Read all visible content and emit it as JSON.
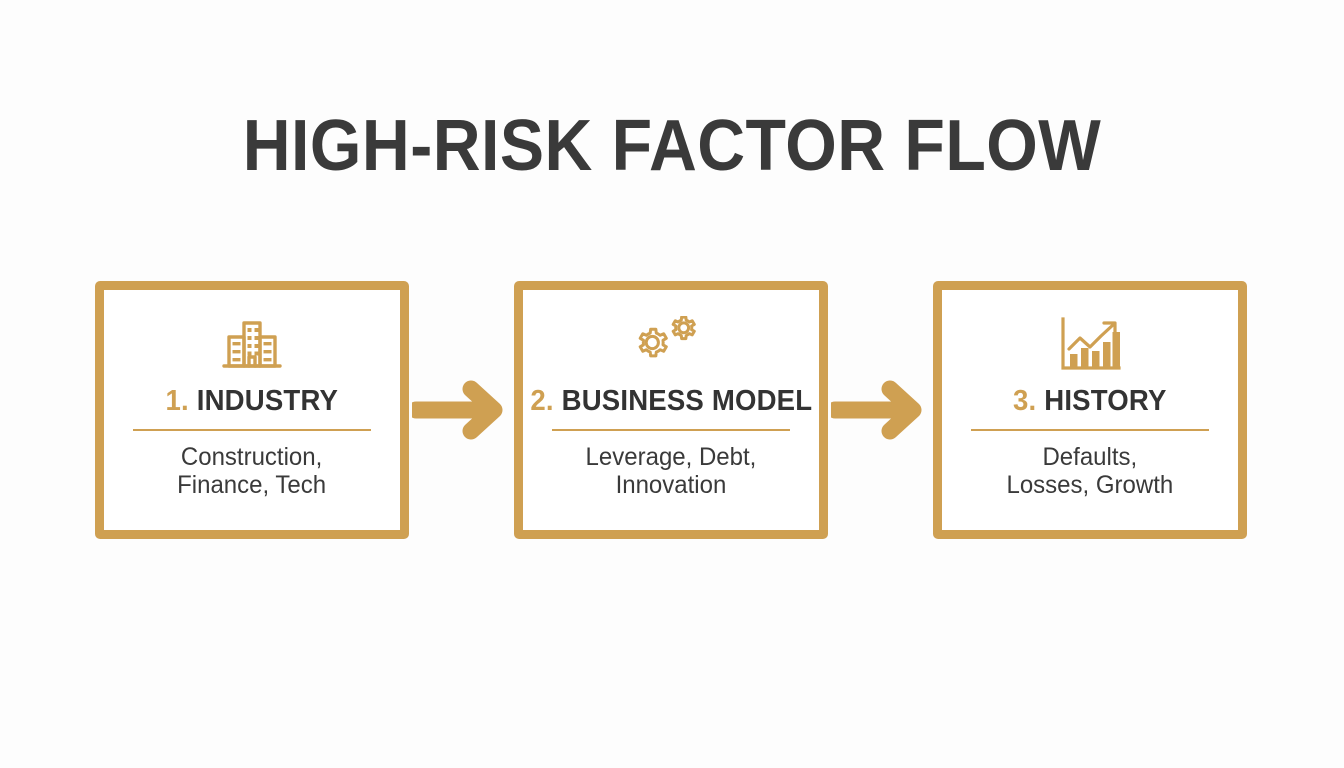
{
  "page": {
    "title": "HIGH-RISK FACTOR FLOW",
    "background_color": "#FDFDFD",
    "accent_color": "#CFA052",
    "text_color": "#333333"
  },
  "flow": {
    "steps": [
      {
        "number": "1.",
        "name": "INDUSTRY",
        "description": "Construction,\nFinance, Tech",
        "icon": "office-building-icon"
      },
      {
        "number": "2.",
        "name": "BUSINESS MODEL",
        "description": "Leverage, Debt,\nInnovation",
        "icon": "gears-icon"
      },
      {
        "number": "3.",
        "name": "HISTORY",
        "description": "Defaults,\nLosses, Growth",
        "icon": "bar-chart-growth-icon"
      }
    ],
    "connectors": [
      {
        "icon": "arrow-right-icon"
      },
      {
        "icon": "arrow-right-icon"
      }
    ]
  }
}
